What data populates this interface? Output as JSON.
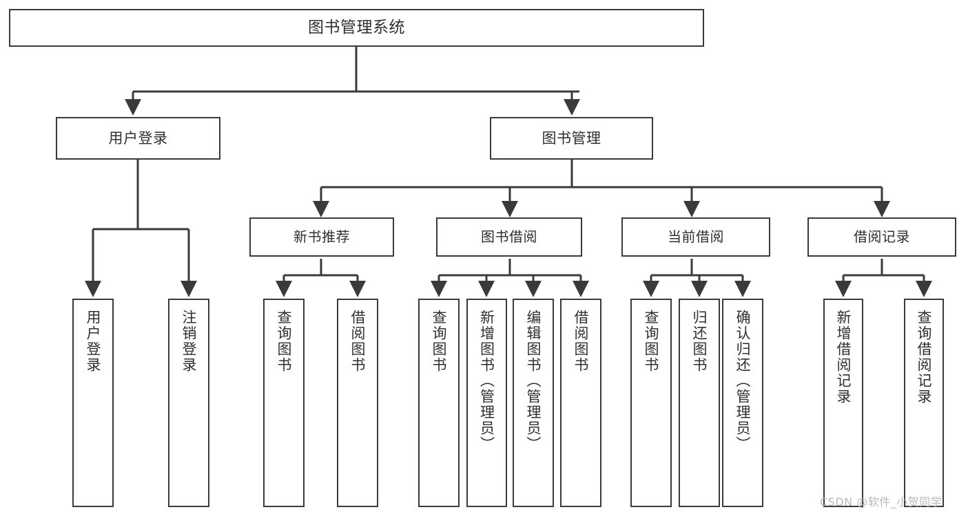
{
  "diagram": {
    "type": "tree",
    "title": "图书管理系统",
    "theme": {
      "background": "#ffffff",
      "line_color": "#3a3a3a",
      "box_fill": "#ffffff",
      "text_color": "#2f2f2f",
      "watermark_color": "#b9b9b9"
    },
    "root": {
      "label": "图书管理系统"
    },
    "level1": [
      {
        "label": "用户登录"
      },
      {
        "label": "图书管理"
      }
    ],
    "level2": [
      {
        "label": "新书推荐"
      },
      {
        "label": "图书借阅"
      },
      {
        "label": "当前借阅"
      },
      {
        "label": "借阅记录"
      }
    ],
    "leaves": {
      "user_login": [
        {
          "label": "用户登录"
        },
        {
          "label": "注销登录"
        }
      ],
      "new_book_recommend": [
        {
          "label": "查询图书"
        },
        {
          "label": "借阅图书"
        }
      ],
      "book_borrow": [
        {
          "label": "查询图书"
        },
        {
          "label": "新增图书（管理员）"
        },
        {
          "label": "编辑图书（管理员）"
        },
        {
          "label": "借阅图书"
        }
      ],
      "current_borrow": [
        {
          "label": "查询图书"
        },
        {
          "label": "归还图书"
        },
        {
          "label": "确认归还（管理员）"
        }
      ],
      "borrow_record": [
        {
          "label": "新增借阅记录"
        },
        {
          "label": "查询借阅记录"
        }
      ]
    }
  },
  "watermark": {
    "text": "CSDN @软件_小贺同学"
  }
}
